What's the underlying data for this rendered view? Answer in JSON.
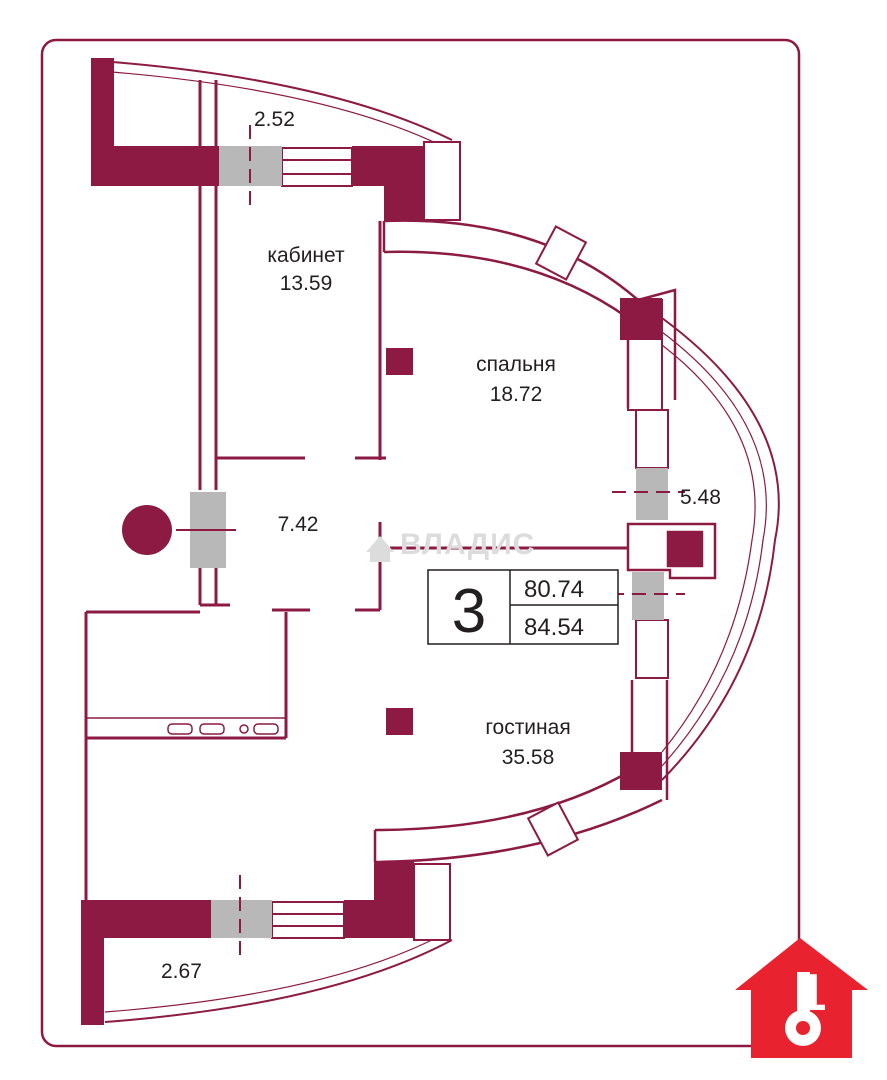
{
  "colors": {
    "wall": "#8c1a43",
    "partition": "#8c1a43",
    "door": "#b8b8b8",
    "frame": "#8c1a43",
    "logo": "#e8222f"
  },
  "rooms": [
    {
      "id": "study",
      "name": "кабинет",
      "area": "13.59"
    },
    {
      "id": "bedroom",
      "name": "спальня",
      "area": "18.72"
    },
    {
      "id": "hall",
      "name": "",
      "area": "7.42"
    },
    {
      "id": "living",
      "name": "гостиная",
      "area": "35.58"
    }
  ],
  "balconies": [
    {
      "id": "balcony-top",
      "area": "2.52"
    },
    {
      "id": "balcony-right",
      "area": "5.48"
    },
    {
      "id": "balcony-bottom",
      "area": "2.67"
    }
  ],
  "summary": {
    "rooms_count": "3",
    "living_area": "80.74",
    "total_area": "84.54"
  },
  "watermark": {
    "icon": "house-icon",
    "text": "ВЛАДИС"
  },
  "logo": {
    "icon": "house-key-icon",
    "digit": "1"
  }
}
